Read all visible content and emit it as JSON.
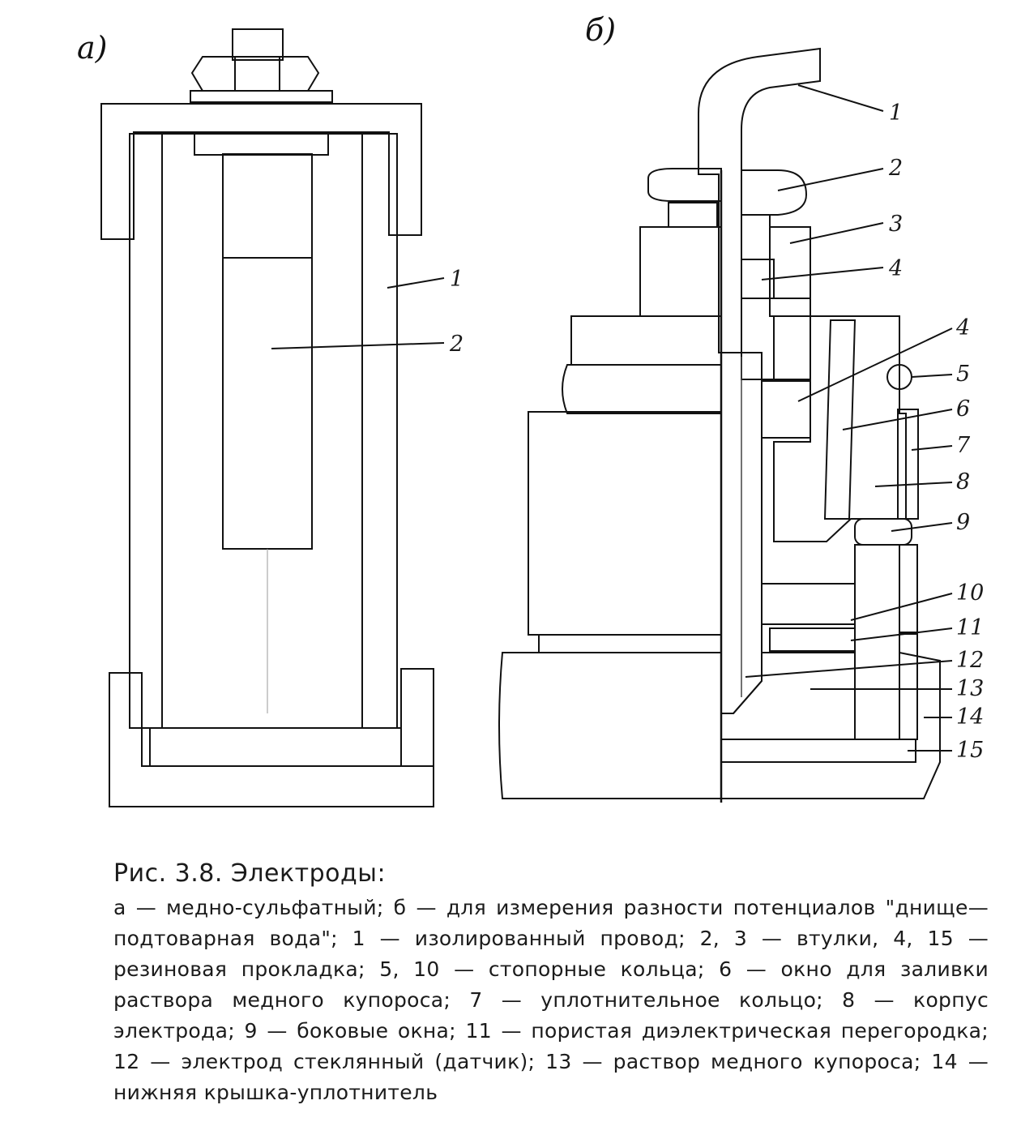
{
  "panels": {
    "a": {
      "label": "а)",
      "callouts": [
        "1",
        "2"
      ]
    },
    "b": {
      "label": "б)",
      "callouts": [
        "1",
        "2",
        "3",
        "4",
        "4",
        "5",
        "6",
        "7",
        "8",
        "9",
        "10",
        "11",
        "12",
        "13",
        "14",
        "15"
      ]
    }
  },
  "caption": {
    "title": "Рис. 3.8. Электроды:",
    "text": "а — медно-сульфатный; б — для измерения разности потенциалов \"днище—подтоварная вода\"; 1 — изолированный провод; 2, 3 — втулки, 4, 15 — резиновая прокладка; 5, 10 — стопорные кольца; 6 — окно для заливки раствора медного купороса; 7 — уплотнительное кольцо; 8 — корпус электрода; 9 — боковые окна; 11 — пористая диэлектрическая перегородка; 12 — электрод стеклянный (датчик); 13 — раствор медного купороса; 14 — нижняя крышка-уплотнитель"
  }
}
